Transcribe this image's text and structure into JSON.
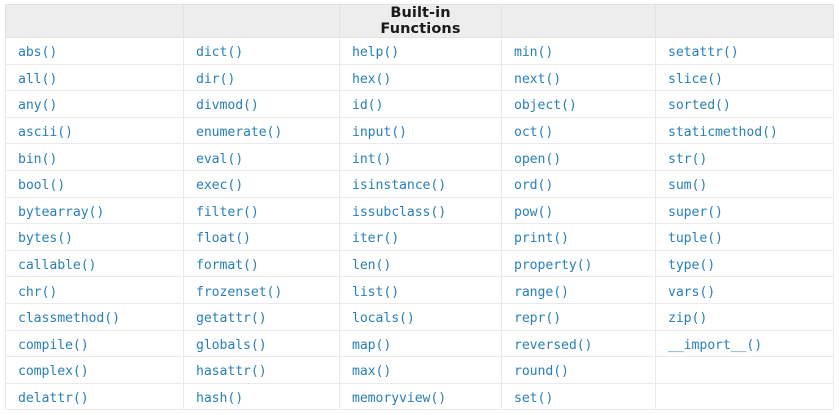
{
  "table": {
    "title": "Built-in Functions",
    "title_column_index": 2,
    "header": [
      "",
      "",
      "Built-in Functions",
      "",
      ""
    ],
    "accent_link_color": "#2980b9",
    "header_background": "#ededed",
    "border_color": "#e1e4e5",
    "columns": 5,
    "rows": [
      [
        "abs()",
        "dict()",
        "help()",
        "min()",
        "setattr()"
      ],
      [
        "all()",
        "dir()",
        "hex()",
        "next()",
        "slice()"
      ],
      [
        "any()",
        "divmod()",
        "id()",
        "object()",
        "sorted()"
      ],
      [
        "ascii()",
        "enumerate()",
        "input()",
        "oct()",
        "staticmethod()"
      ],
      [
        "bin()",
        "eval()",
        "int()",
        "open()",
        "str()"
      ],
      [
        "bool()",
        "exec()",
        "isinstance()",
        "ord()",
        "sum()"
      ],
      [
        "bytearray()",
        "filter()",
        "issubclass()",
        "pow()",
        "super()"
      ],
      [
        "bytes()",
        "float()",
        "iter()",
        "print()",
        "tuple()"
      ],
      [
        "callable()",
        "format()",
        "len()",
        "property()",
        "type()"
      ],
      [
        "chr()",
        "frozenset()",
        "list()",
        "range()",
        "vars()"
      ],
      [
        "classmethod()",
        "getattr()",
        "locals()",
        "repr()",
        "zip()"
      ],
      [
        "compile()",
        "globals()",
        "map()",
        "reversed()",
        "__import__()"
      ],
      [
        "complex()",
        "hasattr()",
        "max()",
        "round()",
        ""
      ],
      [
        "delattr()",
        "hash()",
        "memoryview()",
        "set()",
        ""
      ]
    ]
  }
}
